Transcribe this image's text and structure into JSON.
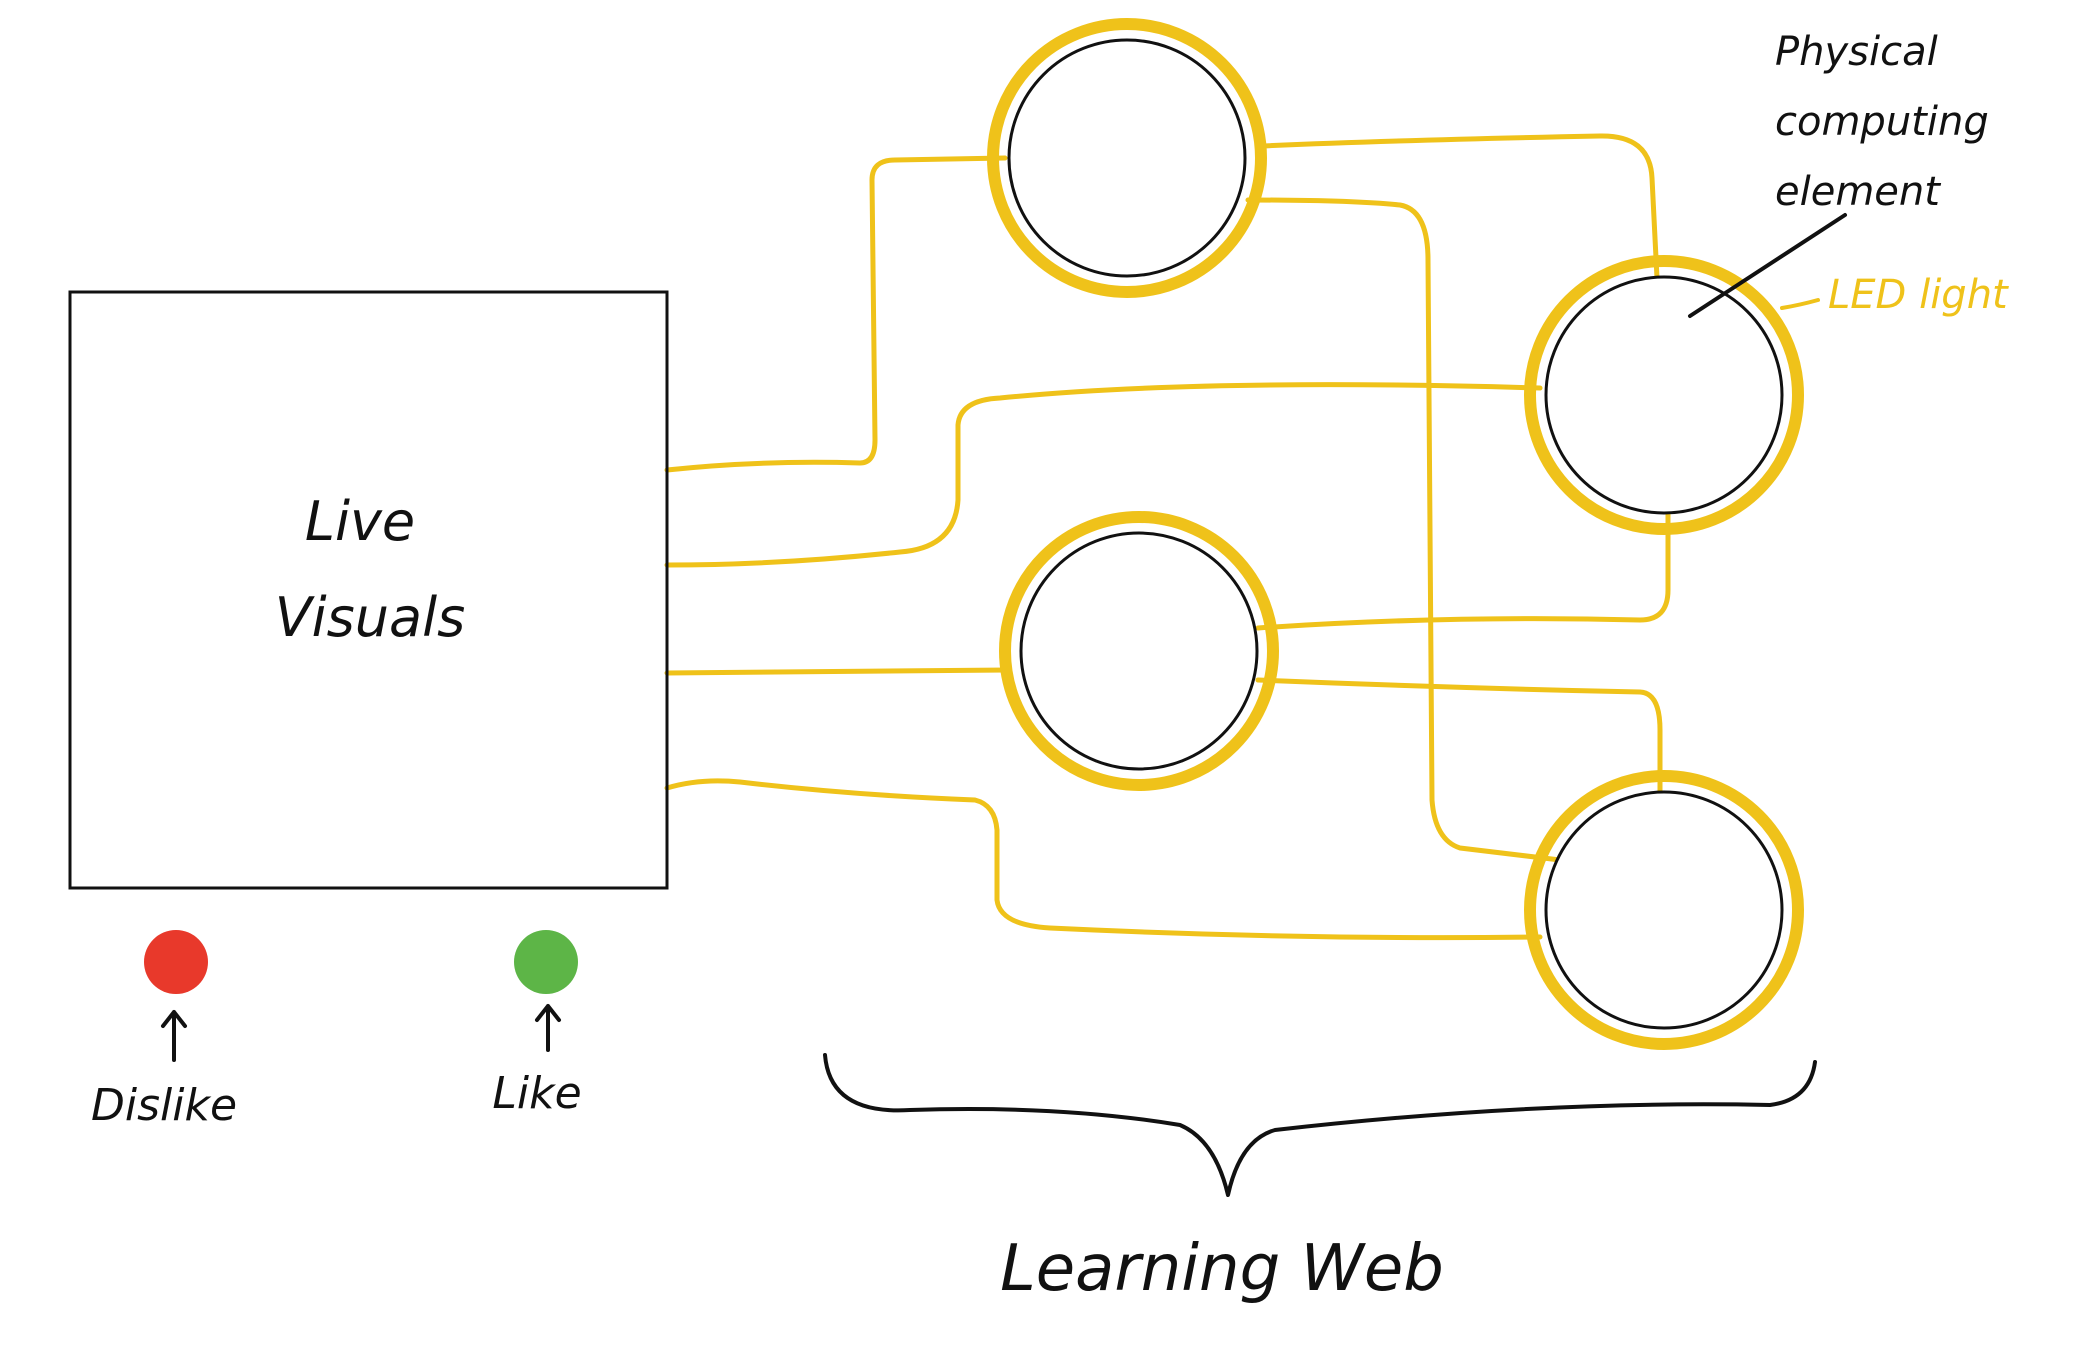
{
  "live_visuals": {
    "line1": "Live",
    "line2": "Visuals"
  },
  "buttons": {
    "dislike": {
      "label": "Dislike",
      "color": "#E8392B"
    },
    "like": {
      "label": "Like",
      "color": "#5DB547"
    }
  },
  "annotations": {
    "physical_line1": "Physical",
    "physical_line2": "computing",
    "physical_line3": "element",
    "led": "LED light"
  },
  "learning_web": "Learning Web",
  "colors": {
    "led_ring": "#EFC21A",
    "ink": "#111111"
  }
}
